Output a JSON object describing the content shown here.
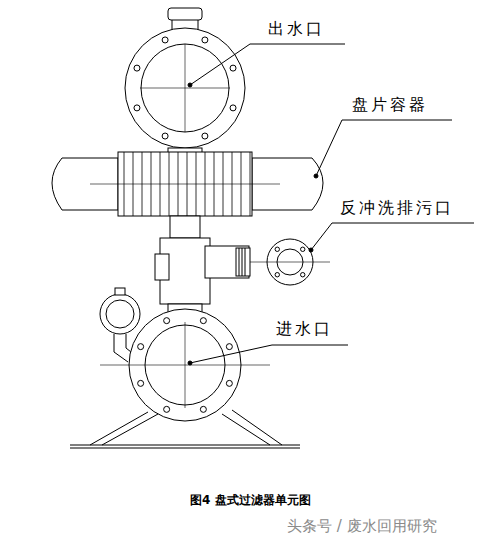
{
  "diagram": {
    "caption": "图4 盘式过滤器单元图",
    "labels": [
      "出水口",
      "盘片容器",
      "反冲洗排污口",
      "进水口",
      "头条号 / 废水回用研究"
    ]
  }
}
